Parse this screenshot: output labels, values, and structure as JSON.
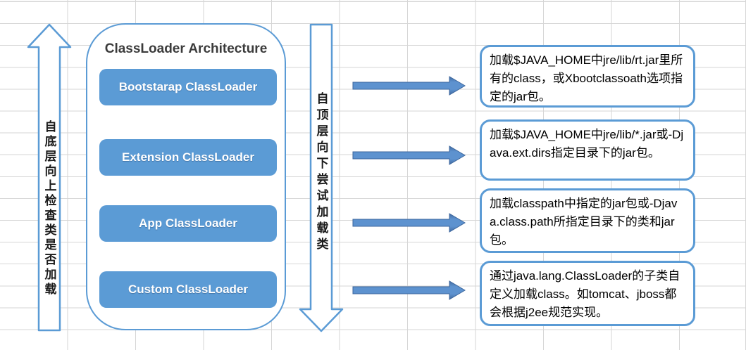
{
  "colors": {
    "shape_outline_blue": "#5b9bd5",
    "loader_box_fill": "#5b9bd5",
    "flow_arrow_fill": "#5d92cf",
    "flow_arrow_border": "#3c669c",
    "grid_line": "#d6d6d6",
    "title_text": "#3b3b3b",
    "body_text": "#000000"
  },
  "left_arrow": {
    "label": "自底层向上检查类是否加载"
  },
  "down_arrow": {
    "label": "自顶层向下尝试加载类"
  },
  "panel": {
    "title": "ClassLoader Architecture",
    "loaders": [
      {
        "label": "Bootstarap ClassLoader"
      },
      {
        "label": "Extension ClassLoader"
      },
      {
        "label": "App ClassLoader"
      },
      {
        "label": "Custom ClassLoader"
      }
    ]
  },
  "descriptions": [
    {
      "text": "加载$JAVA_HOME中jre/lib/rt.jar里所有的class，或Xbootclassoath选项指定的jar包。"
    },
    {
      "text": "加载$JAVA_HOME中jre/lib/*.jar或-Djava.ext.dirs指定目录下的jar包。"
    },
    {
      "text": "加载classpath中指定的jar包或-Djava.class.path所指定目录下的类和jar包。"
    },
    {
      "text": "通过java.lang.ClassLoader的子类自定义加载class。如tomcat、jboss都会根据j2ee规范实现。"
    }
  ]
}
